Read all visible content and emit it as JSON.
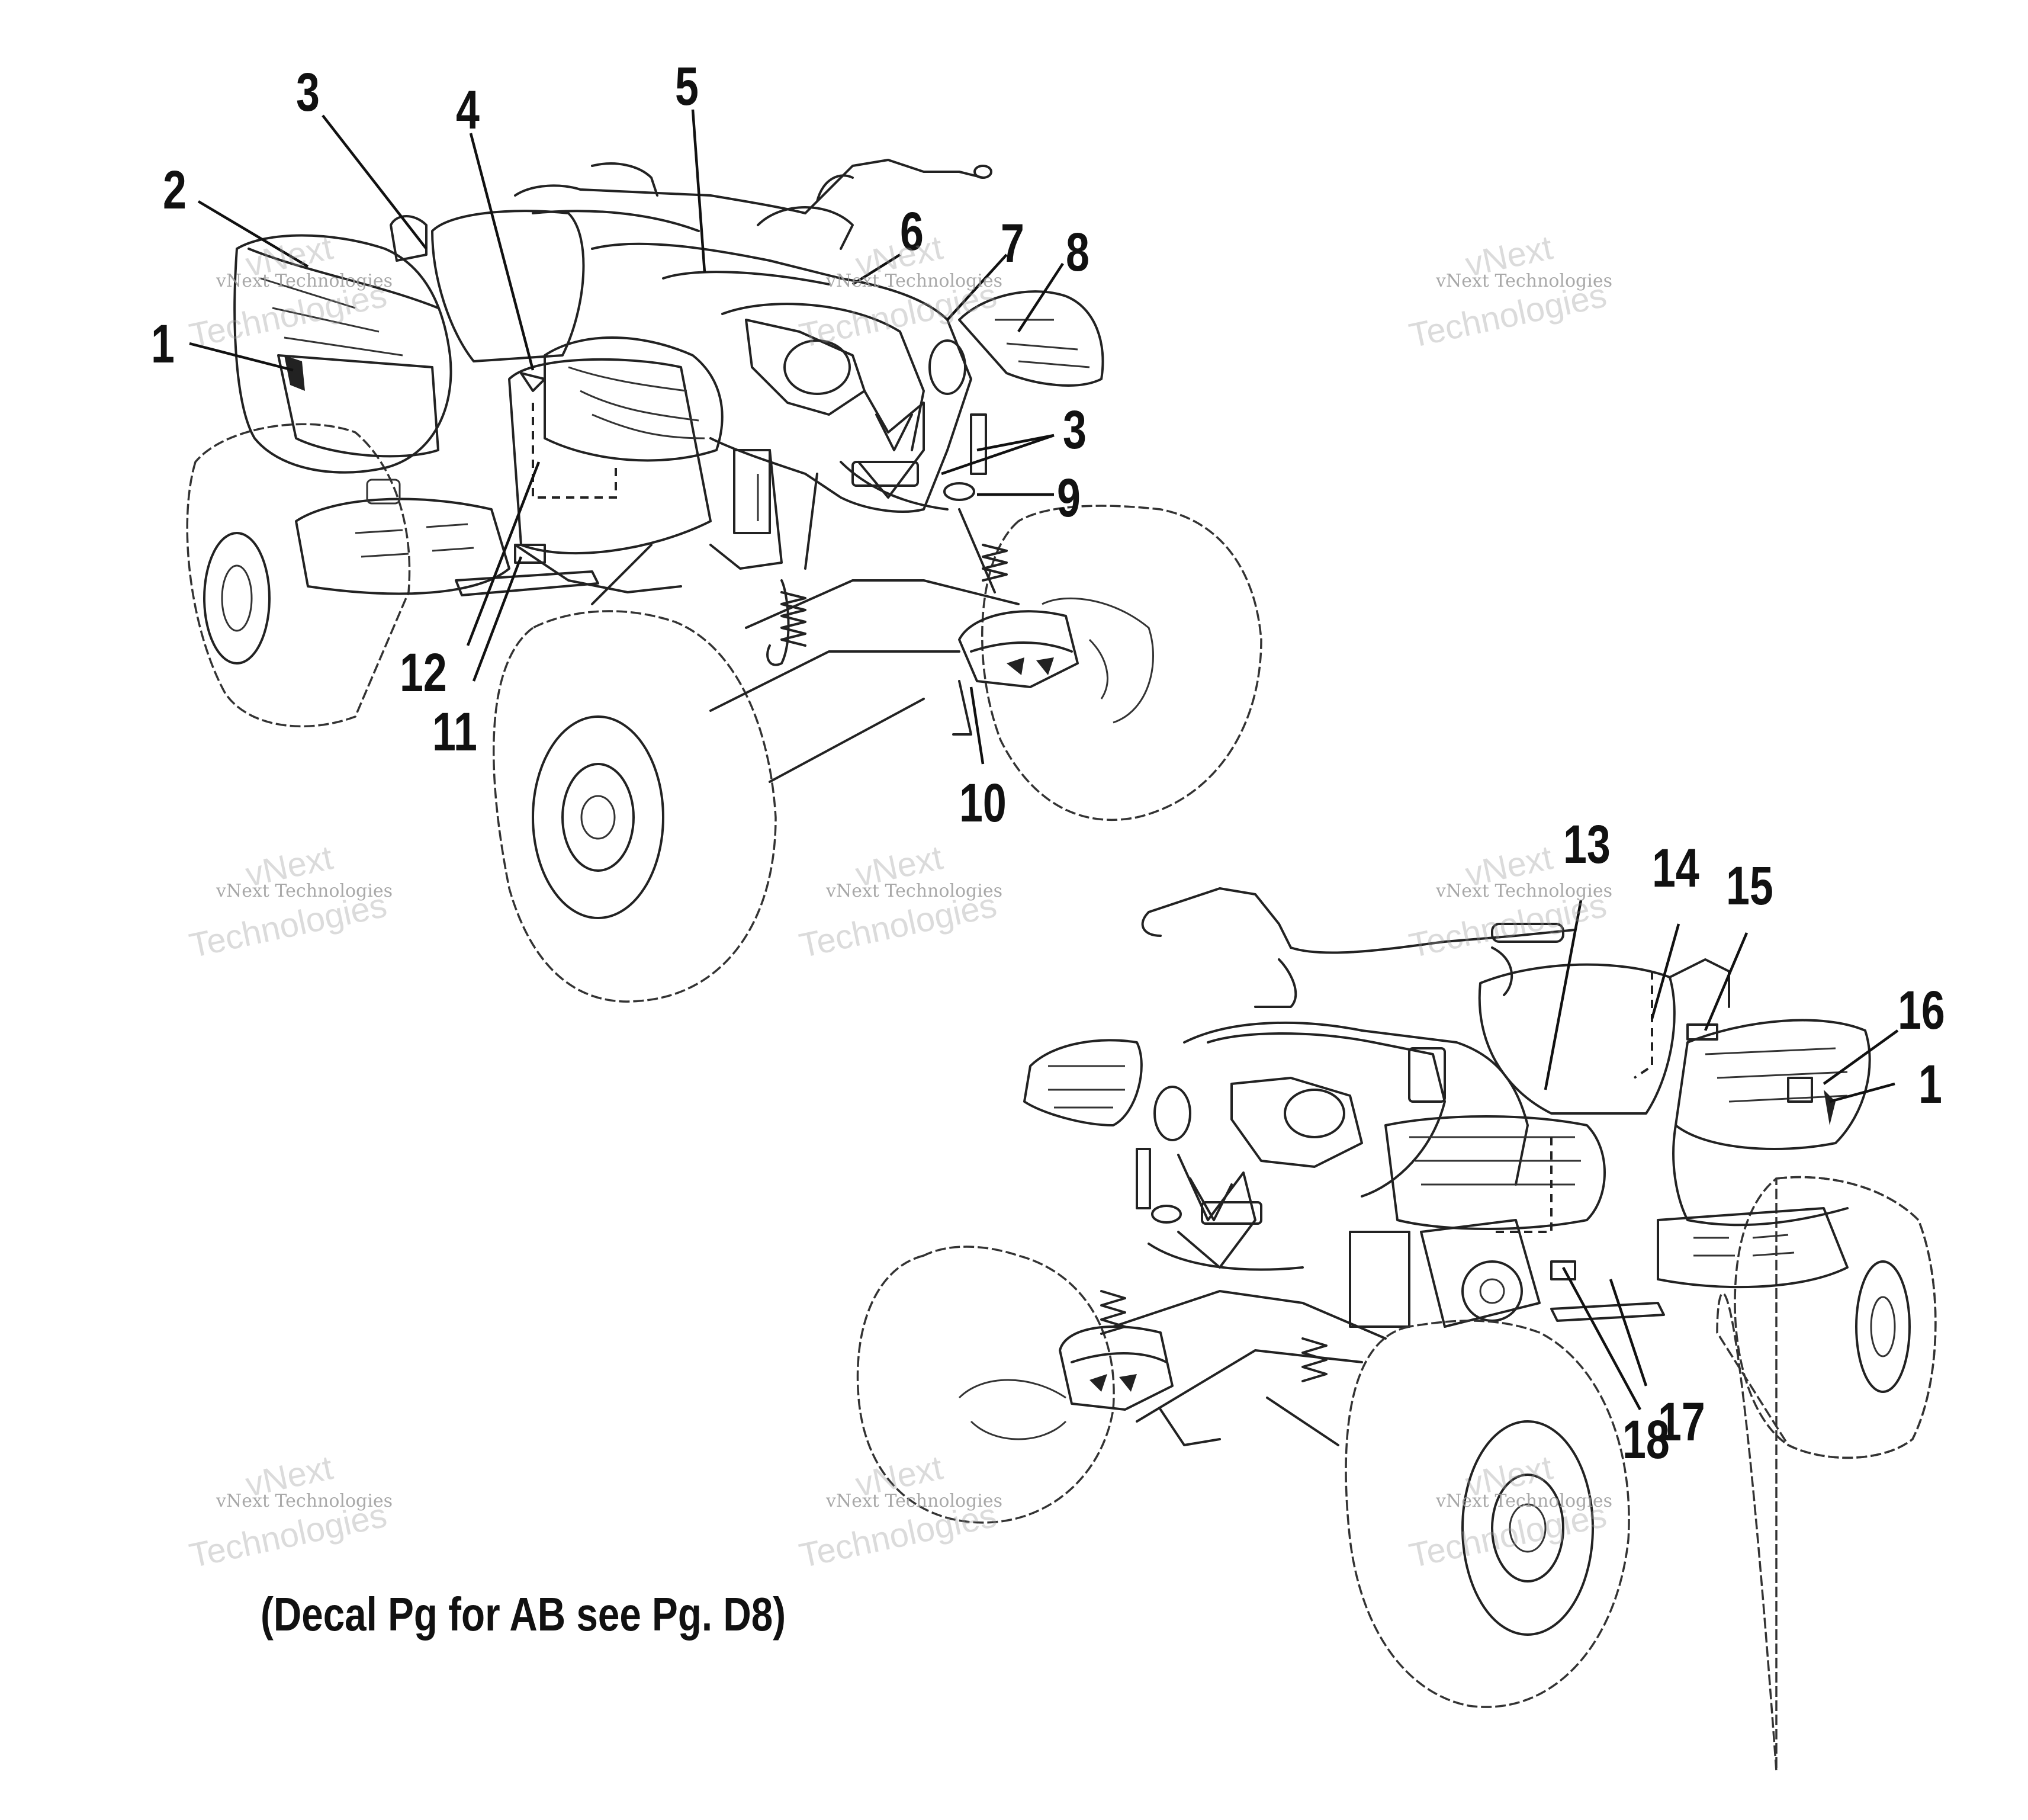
{
  "callouts": [
    {
      "id": "c3a",
      "text": "3"
    },
    {
      "id": "c2",
      "text": "2"
    },
    {
      "id": "c4",
      "text": "4"
    },
    {
      "id": "c5",
      "text": "5"
    },
    {
      "id": "c6",
      "text": "6"
    },
    {
      "id": "c7",
      "text": "7"
    },
    {
      "id": "c8",
      "text": "8"
    },
    {
      "id": "c1a",
      "text": "1"
    },
    {
      "id": "c3b",
      "text": "3"
    },
    {
      "id": "c9",
      "text": "9"
    },
    {
      "id": "c12",
      "text": "12"
    },
    {
      "id": "c11",
      "text": "11"
    },
    {
      "id": "c10",
      "text": "10"
    },
    {
      "id": "c13",
      "text": "13"
    },
    {
      "id": "c14",
      "text": "14"
    },
    {
      "id": "c15",
      "text": "15"
    },
    {
      "id": "c16",
      "text": "16"
    },
    {
      "id": "c1b",
      "text": "1"
    },
    {
      "id": "c18",
      "text": "18"
    },
    {
      "id": "c17",
      "text": "17"
    }
  ],
  "watermark": {
    "line1": "vNext Technologies",
    "line2": "vNext",
    "line3": "Technologies"
  },
  "footer_note": "(Decal Pg for AB see Pg. D8)"
}
